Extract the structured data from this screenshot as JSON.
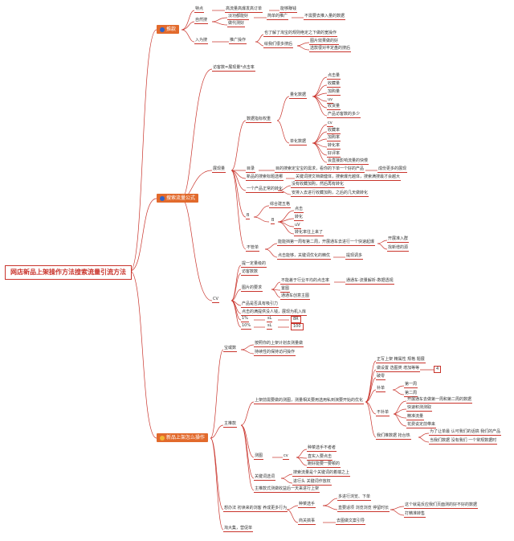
{
  "title": "网店新品上架操作方法搜索流量引流方法",
  "sections": {
    "s1": {
      "label": "推款",
      "icon": "chat-icon"
    },
    "s2": {
      "label": "搜索流量公式",
      "icon": "globe-icon"
    },
    "s3": {
      "label": "新品上架怎么操作",
      "icon": "star-icon"
    }
  },
  "texts": {
    "a1": "特点",
    "a2": "高流量高爆发高订单",
    "a3": "能够赚钱",
    "a4": "自然搜",
    "a5": "淡功都能好",
    "a6": "简单的推广",
    "a7": "不需要去推入量的数据",
    "a8": "做代测好",
    "a9": "入为搜",
    "a10": "推广操作",
    "a11": "也了解了淘宝的规则绝定之下做的宽操作",
    "a12": "绘我们很多搜后",
    "a13": "图片效果做的好",
    "a14": "选款很对丰定盘的搜后",
    "b1": "访客数=展现量*点击率",
    "b2": "展现量",
    "b3": "数据指标权重",
    "b4": "量化数据",
    "b5": "点击量",
    "b6": "收藏量",
    "b7": "加购量",
    "b8": "uv",
    "b9": "收货量",
    "b10": "产品访客数的多少",
    "b11": "单化数据",
    "b12": "cv",
    "b13": "收藏率",
    "b14": "加购率",
    "b15": "转化率",
    "b16": "好评率",
    "b17": "会直接影响流量的快慢",
    "b18": "目录",
    "b19": "目的搜索定宝宝的需求，看你的下单一个好的产品",
    "b20": "成份更多的展现",
    "b21": "新品的搜索标题选哪",
    "b22": "关键词搜文档做健体，搜索爆光越体，搜索满搜最才会越大",
    "b23": "一个产品正常的转化",
    "b24": "没有收藏加购，然后再有转化",
    "b25": "安排入去进行收藏加购，之后的几天做转化",
    "b26": "B",
    "b27": "综合建五格",
    "b28": "点击",
    "b29": "转化",
    "b30": "uV",
    "b31": "转化率往上来了",
    "b32": "不管单",
    "b33": "能能挡第一周有第二周，开展通车去进行一个快速起爆",
    "b34": "开展准入群",
    "b35": "找新增的源",
    "b36": "点击能够，关键词优化的精优",
    "b37": "提现调多",
    "b38": "提一定量级的",
    "b39": "访客数数",
    "b40": "CV",
    "b41": "图片的要求",
    "b42": "不能差于行业平均的点击率",
    "b43": "通通车-流量解析-数据透视",
    "b44": "置图",
    "b45": "通通车创意主图",
    "b46": "产品是否具有吸引力",
    "b47": "点击的满提供没人钱，展现为机入库",
    "b48": "1%",
    "b49": "sL",
    "b50": "8R",
    "b51": "10%",
    "b52": "sL",
    "b53": "100",
    "c1": "宝或数",
    "c2": "按照你的上架计划去测量做",
    "c3": "持续性的保持访问操作",
    "c4": "主推款",
    "c5": "上架前需要做的测图，测量相关要用选用私到演要开始的优化",
    "c6": "正写上架 精属性 规格 题展",
    "c7": "做设置 选图类 增加等等",
    "c8": "4",
    "c9": "破零",
    "c10": "补单",
    "c11": "第一周",
    "c12": "第二周",
    "c13": "不补单",
    "c14": "开展通车去做第一周和第二周的数据",
    "c15": "快速积测测取",
    "c16": "精准流量",
    "c17": "花费说定前带来",
    "c18": "我们推数据 抢台热",
    "c19": "为了让单最 认可我们的话搞 我们的产品",
    "c20": "当我们数据 没有我们 一个常规数据时",
    "c21": "测图",
    "c22": "cv",
    "c23": "种菜选手不者者",
    "c24": "直实入要点击",
    "c25": "跑好能要一要顿的",
    "c26": "关键词选词",
    "c27": "搜索流量是个关键词的着端之上",
    "c28": "进行头 关键词作放权",
    "c29": "主推款式测做收益后一天来进行上架",
    "c30": "想办法 初读来的浏客 养成更多行为",
    "c31": "种菜选手",
    "c32": "多进行浏览、下单",
    "c33": "直要适项 浏览浏览 停留时长",
    "c34": "这个就是反应我们页面测的好不好的数据",
    "c35": "打精准转售",
    "c36": "商关搞事",
    "c37": "去图做文案引导",
    "c38": "淘大集，营促单"
  }
}
